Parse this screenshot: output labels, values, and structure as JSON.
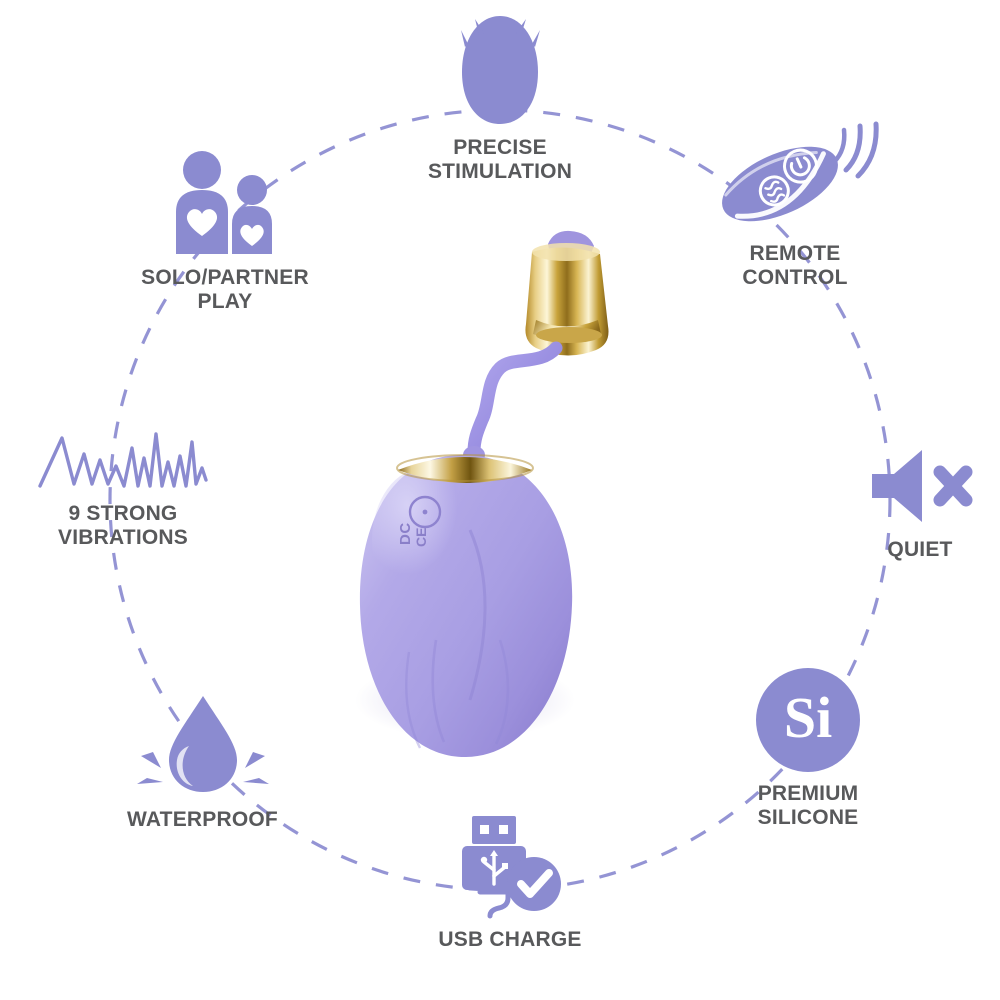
{
  "page": {
    "title": "Product feature infographic",
    "background_color": "#ffffff",
    "accent_color": "#8b8bd0",
    "accent_color_dark": "#6f6fc4",
    "label_color": "#58595b",
    "gold_color": "#d9b96a",
    "silicone_color": "#a8a2e0"
  },
  "center_product": {
    "name": "vibrating-egg-with-bullet",
    "body_color": "#a69ce0",
    "trim_color": "#c9a227",
    "markings": [
      "DC",
      "CE"
    ],
    "cord": "purple-silicone-retrieval-cord"
  },
  "connector": {
    "name": "dashed-circle",
    "style": "dashed",
    "color": "#8b8bd0"
  },
  "features": [
    {
      "id": "precise",
      "label": "PRECISE\nSTIMULATION",
      "icon": "egg-bud-icon",
      "position": "top"
    },
    {
      "id": "remote",
      "label": "REMOTE\nCONTROL",
      "icon": "remote-control-icon",
      "position": "top-right"
    },
    {
      "id": "quiet",
      "label": "QUIET",
      "icon": "speaker-mute-icon",
      "position": "right"
    },
    {
      "id": "silicone",
      "label": "PREMIUM\nSILICONE",
      "icon": "si-badge-icon",
      "badge_text": "Si",
      "position": "bottom-right"
    },
    {
      "id": "usb",
      "label": "USB CHARGE",
      "icon": "usb-plug-check-icon",
      "position": "bottom"
    },
    {
      "id": "waterproof",
      "label": "WATERPROOF",
      "icon": "water-droplet-splash-icon",
      "position": "bottom-left"
    },
    {
      "id": "vibrations",
      "label": "9 STRONG\nVIBRATIONS",
      "icon": "vibration-waveform-icon",
      "position": "left"
    },
    {
      "id": "solo",
      "label": "SOLO/PARTNER\nPLAY",
      "icon": "two-people-hearts-icon",
      "position": "top-left"
    }
  ]
}
